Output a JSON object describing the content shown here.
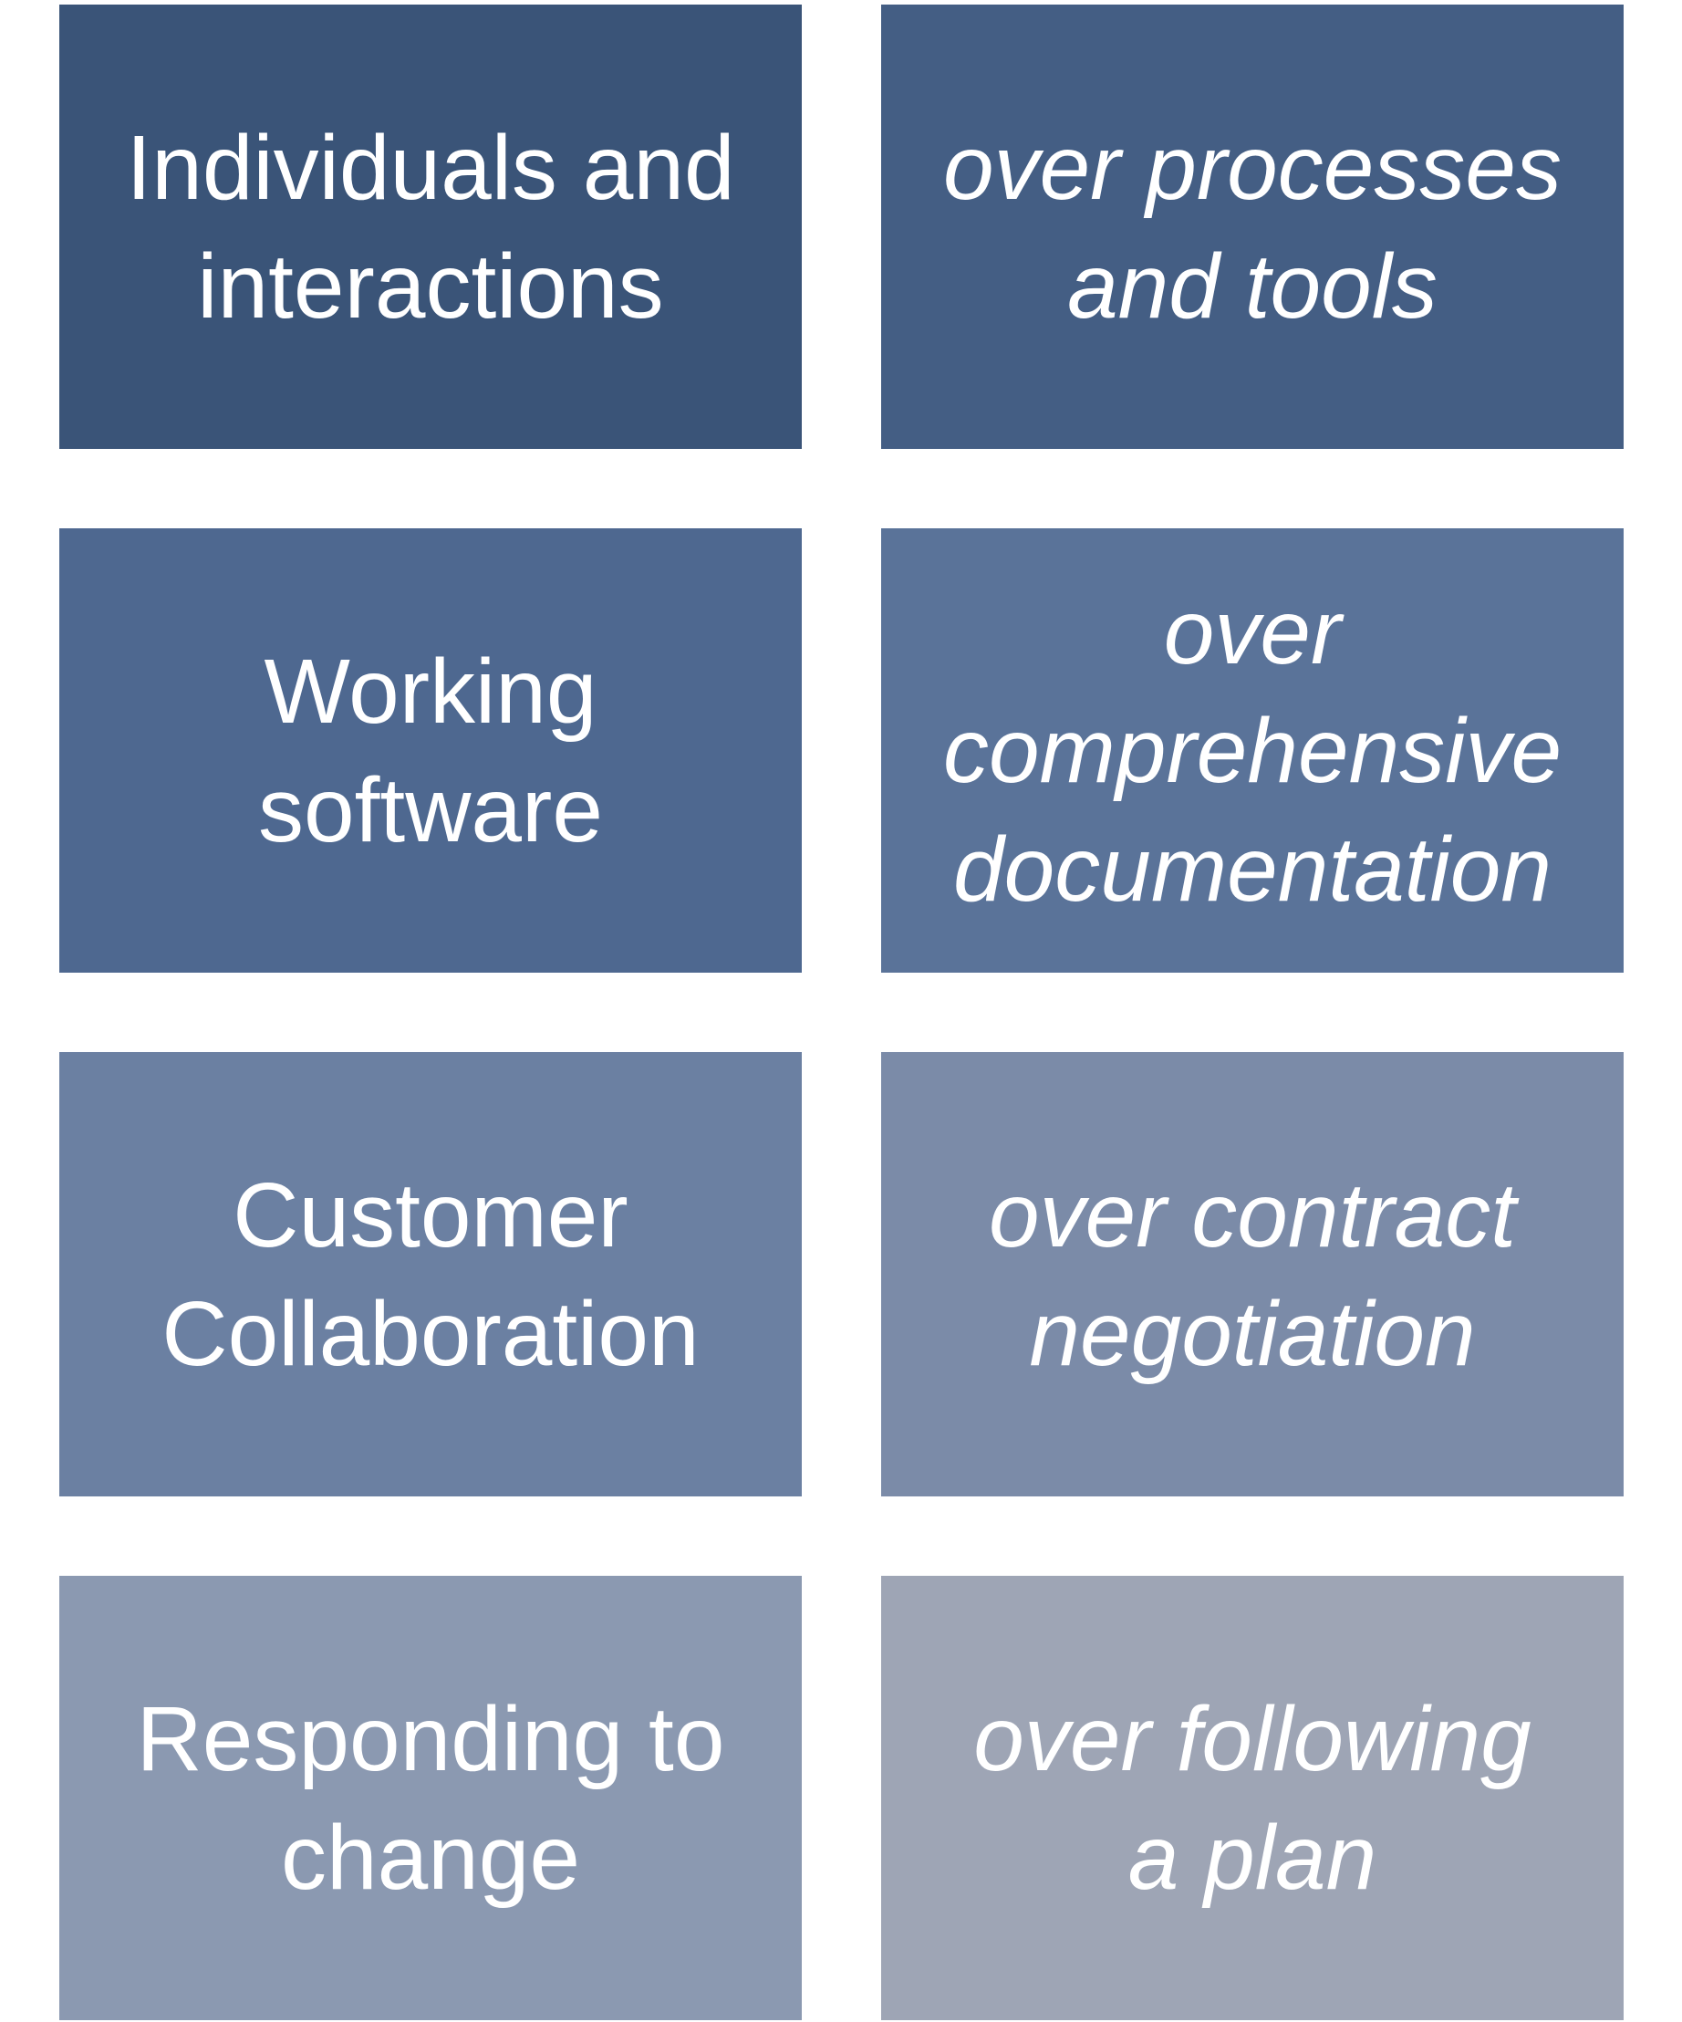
{
  "colors": {
    "row1_left": "#3a5478",
    "row1_right": "#445e84",
    "row2_left": "#4e6890",
    "row2_right": "#5a7399",
    "row3_left": "#6b80a2",
    "row3_right": "#7b8ba8",
    "row4_left": "#8b99b1",
    "row4_right": "#9ea5b5",
    "text": "#ffffff"
  },
  "rows": [
    {
      "value": "Individuals and\ninteractions",
      "over": "over processes\nand tools"
    },
    {
      "value": "Working\nsoftware",
      "over": "over\ncomprehensive\ndocumentation"
    },
    {
      "value": "Customer\nCollaboration",
      "over": "over contract\nnegotiation"
    },
    {
      "value": "Responding to\nchange",
      "over": "over following\na plan"
    }
  ]
}
